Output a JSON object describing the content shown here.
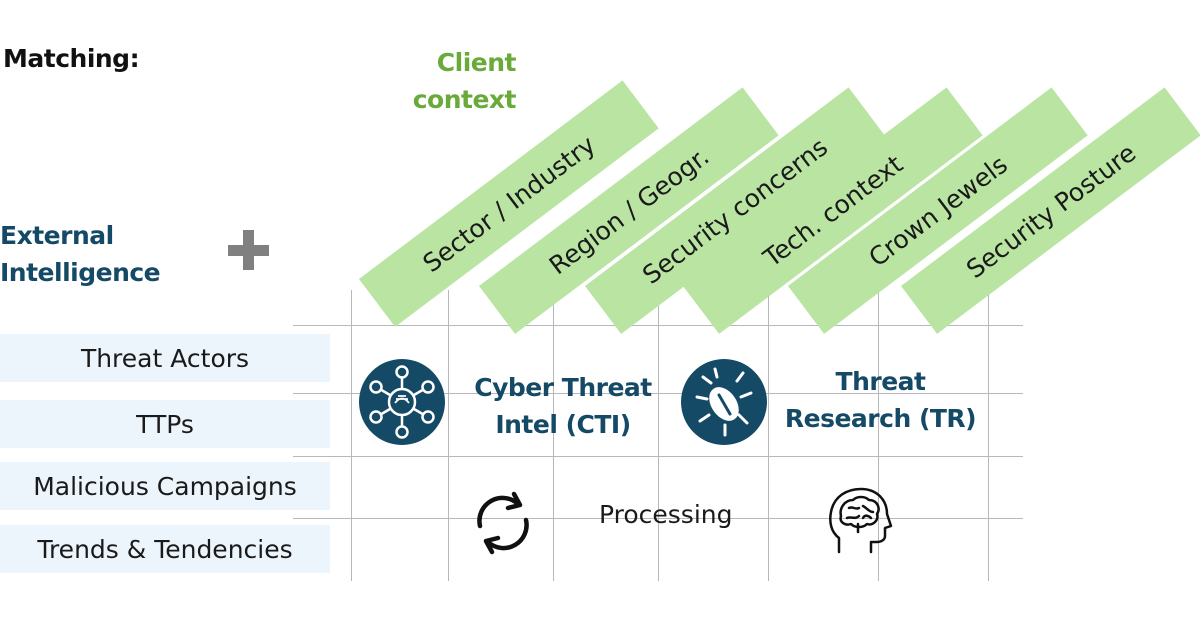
{
  "heading": "Matching:",
  "client_context": {
    "line1": "Client",
    "line2": "context",
    "items": [
      "Sector / Industry",
      "Region / Geogr.",
      "Security concerns",
      "Tech. context",
      "Crown Jewels",
      "Security Posture"
    ]
  },
  "external_intelligence": {
    "line1": "External",
    "line2": "Intelligence",
    "items": [
      "Threat Actors",
      "TTPs",
      "Malicious Campaigns",
      "Trends & Tendencies"
    ]
  },
  "cti": {
    "line1": "Cyber Threat",
    "line2": "Intel (CTI)"
  },
  "tr": {
    "line1": "Threat",
    "line2": "Research (TR)"
  },
  "processing_label": "Processing",
  "colors": {
    "dark_blue": "#154a66",
    "green_text": "#6aaa3a",
    "banner_green": "#b9e4a2",
    "row_bg": "#ecf4fc",
    "plus_gray": "#808080"
  },
  "icons": [
    "network-icon",
    "bug-icon",
    "refresh-icon",
    "brain-head-icon",
    "plus-icon"
  ]
}
